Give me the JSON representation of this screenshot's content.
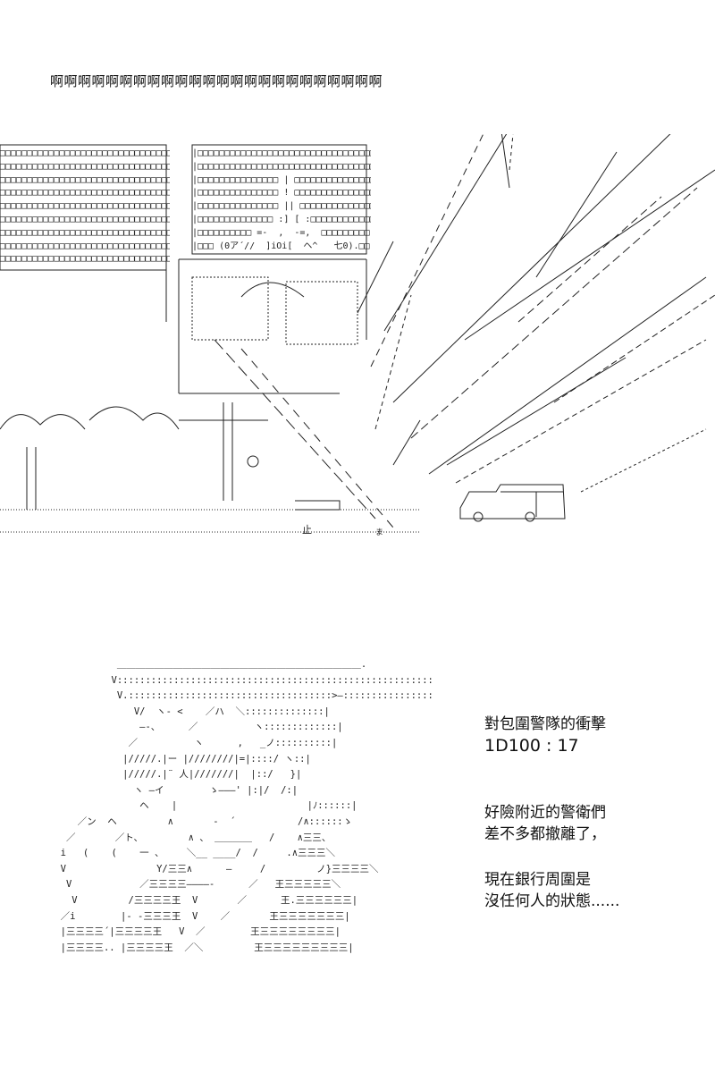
{
  "shout_text": "啊啊啊啊啊啊啊啊啊啊啊啊啊啊啊啊啊啊啊啊啊啊啊啊",
  "scene": {
    "block_rows": [
      "□□□□□□□□□□□□□□□□□□□□□□□□□□□□□□□□□□□□))))|",
      "□□□□□□□□□□□□□□□□□□□□□□□□□□□□□□□□□□□□))))|",
      "□□□□□□□□□□□□□□□□□□□□□□□□□□□□□□□□□□□□))))|",
      "□□□□□□□□□□□□□□□□□□□□□□□□□□□□□□□□□□□□))))|",
      "□□□□□□□□□□□□□□□□□□□□□□□□□□□□□□□□□□□□))))|",
      "□□□□□□□□□□□□□□□□□□□□□□□□□□□□□□□□□□□□))))|",
      "□□□□□□□□□□□□□□□□□□□□□□□□□□□□□□□□□□□□))))|",
      "□□□□□□□□□□□□□□□□□□□□□□□□□□□□□□□□□□□□))))|",
      "□□□□□□□□□□□□□□□□□□□□□□□□□□□□□□□□□□□□))))|"
    ],
    "right_block_rows": [
      "|□□□□□□□□□□□□□□□□□□□□□□□□□□□□□□□□□□□|",
      "|□□□□□□□□□□□□□□□□□□□□□□□□□□□□□□□□□□□|",
      "|□□□□□□□□□□□□□□□ | □□□□□□□□□□□□□□□|",
      "|□□□□□□□□□□□□□□□ ! □□□□□□□□□□□□□□□|",
      "|□□□□□□□□□□□□□□□ || □□□□□□□□□□□□□□|",
      "|□□□□□□□□□□□□□□ :] [ :□□□□□□□□□□□□□|",
      "|□□□□□□□□□□ =-  ,  -=,  □□□□□□□□□|",
      "|□□□ (0ア´//  ]iOi[  ヘ^   七0).□□|"
    ],
    "sign_text": "止",
    "small_text": "ま"
  },
  "figure": {
    "rows": [
      "            ＿＿＿＿＿＿＿＿＿＿＿＿＿＿＿＿＿＿＿＿＿＿＿＿＿＿.",
      "           V::::::::::::::::::::::::::::::::::::::::::::::::::::::::::::::::::::::::::::::/\\",
      "            V.::::::::::::::::::::::::::::::::::::>―:::::::::::::::::::::::::::::::::/\\",
      "               V/  ヽ- <    ／ハ  ＼::::::::::::::|",
      "                ―-、     ／          ヽ:::::::::::::|",
      "              ／          ヽ      ,   _ノ::::::::::|",
      "             |/////.|ー |////////|=|::::/ ヽ::|",
      "             |/////.|¨ 人|///////|  |::/   }|",
      "               ヽ ―イ        ゝ―――' |:|/  /:|",
      "                ヘ    |                       |ﾉ::::::|",
      "     ／ン  ヘ         ∧       -  ´           /∧::::::ゝ",
      "   ／       ／ト、        ∧ 、 ＿＿＿＿   /    ∧三三、",
      "  i   (    (    一 、    ＼__ ____/  /     .∧三三三＼",
      "  V                Y/三三∧      ―     /         ノ}三三三三＼",
      "   V            ／三三三三――――-      ／   王三三三三三＼",
      "    V         /三三三三王  V       ／      王.三三三三三三|",
      "  ／i        |- -三三三王  V    ／       王三三三三三三三|",
      "  |三三三三´|三三三三王   V  ／        王三三三三三三三三|",
      "  |三三三三.. |三三三三王  ／＼         王三三三三三三三三三|"
    ]
  },
  "caption": {
    "title": "對包圍警隊的衝擊",
    "roll": "1D100 : 17",
    "paragraph1_line1": "好險附近的警衛們",
    "paragraph1_line2": "差不多都撤離了，",
    "paragraph2_line1": "現在銀行周圍是",
    "paragraph2_line2": "沒任何人的狀態......"
  }
}
